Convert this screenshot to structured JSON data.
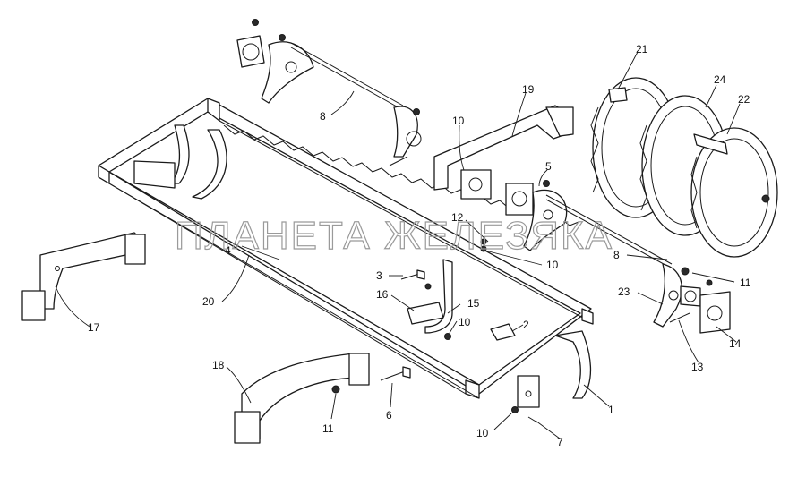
{
  "watermark": "ПЛАНЕТА ЖЕЛЕЗЯКА",
  "callouts": [
    {
      "id": "c21",
      "text": "21"
    },
    {
      "id": "c24",
      "text": "24"
    },
    {
      "id": "c22",
      "text": "22"
    },
    {
      "id": "c19",
      "text": "19"
    },
    {
      "id": "c10a",
      "text": "10"
    },
    {
      "id": "c5",
      "text": "5"
    },
    {
      "id": "c8a",
      "text": "8"
    },
    {
      "id": "c12",
      "text": "12"
    },
    {
      "id": "c4",
      "text": "4"
    },
    {
      "id": "c10b",
      "text": "10"
    },
    {
      "id": "c8b",
      "text": "8"
    },
    {
      "id": "c11a",
      "text": "11"
    },
    {
      "id": "c3",
      "text": "3"
    },
    {
      "id": "c16",
      "text": "16"
    },
    {
      "id": "c15",
      "text": "15"
    },
    {
      "id": "c20",
      "text": "20"
    },
    {
      "id": "c23",
      "text": "23"
    },
    {
      "id": "c17",
      "text": "17"
    },
    {
      "id": "c10c",
      "text": "10"
    },
    {
      "id": "c2",
      "text": "2"
    },
    {
      "id": "c14",
      "text": "14"
    },
    {
      "id": "c13",
      "text": "13"
    },
    {
      "id": "c18",
      "text": "18"
    },
    {
      "id": "c1",
      "text": "1"
    },
    {
      "id": "c11b",
      "text": "11"
    },
    {
      "id": "c6",
      "text": "6"
    },
    {
      "id": "c10d",
      "text": "10"
    },
    {
      "id": "c7",
      "text": "7"
    }
  ]
}
